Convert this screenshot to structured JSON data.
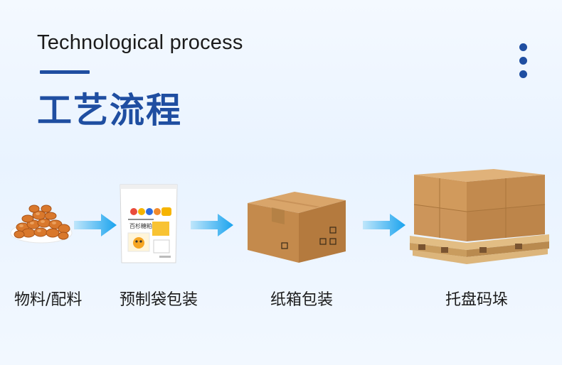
{
  "header": {
    "title_en": "Technological process",
    "title_cn": "工艺流程"
  },
  "colors": {
    "accent": "#1f4ea1",
    "arrow": "#29a8ee",
    "cardboard": "#c79256",
    "pallet": "#d9b276"
  },
  "steps": [
    {
      "label": "物料/配料",
      "icon": "dried-beans-icon"
    },
    {
      "label": "预制袋包装",
      "icon": "prefabricated-bag-icon"
    },
    {
      "label": "纸箱包装",
      "icon": "carton-box-icon"
    },
    {
      "label": "托盘码垛",
      "icon": "palletized-boxes-icon"
    }
  ],
  "bag": {
    "brand_text": "百杉糖粕"
  }
}
